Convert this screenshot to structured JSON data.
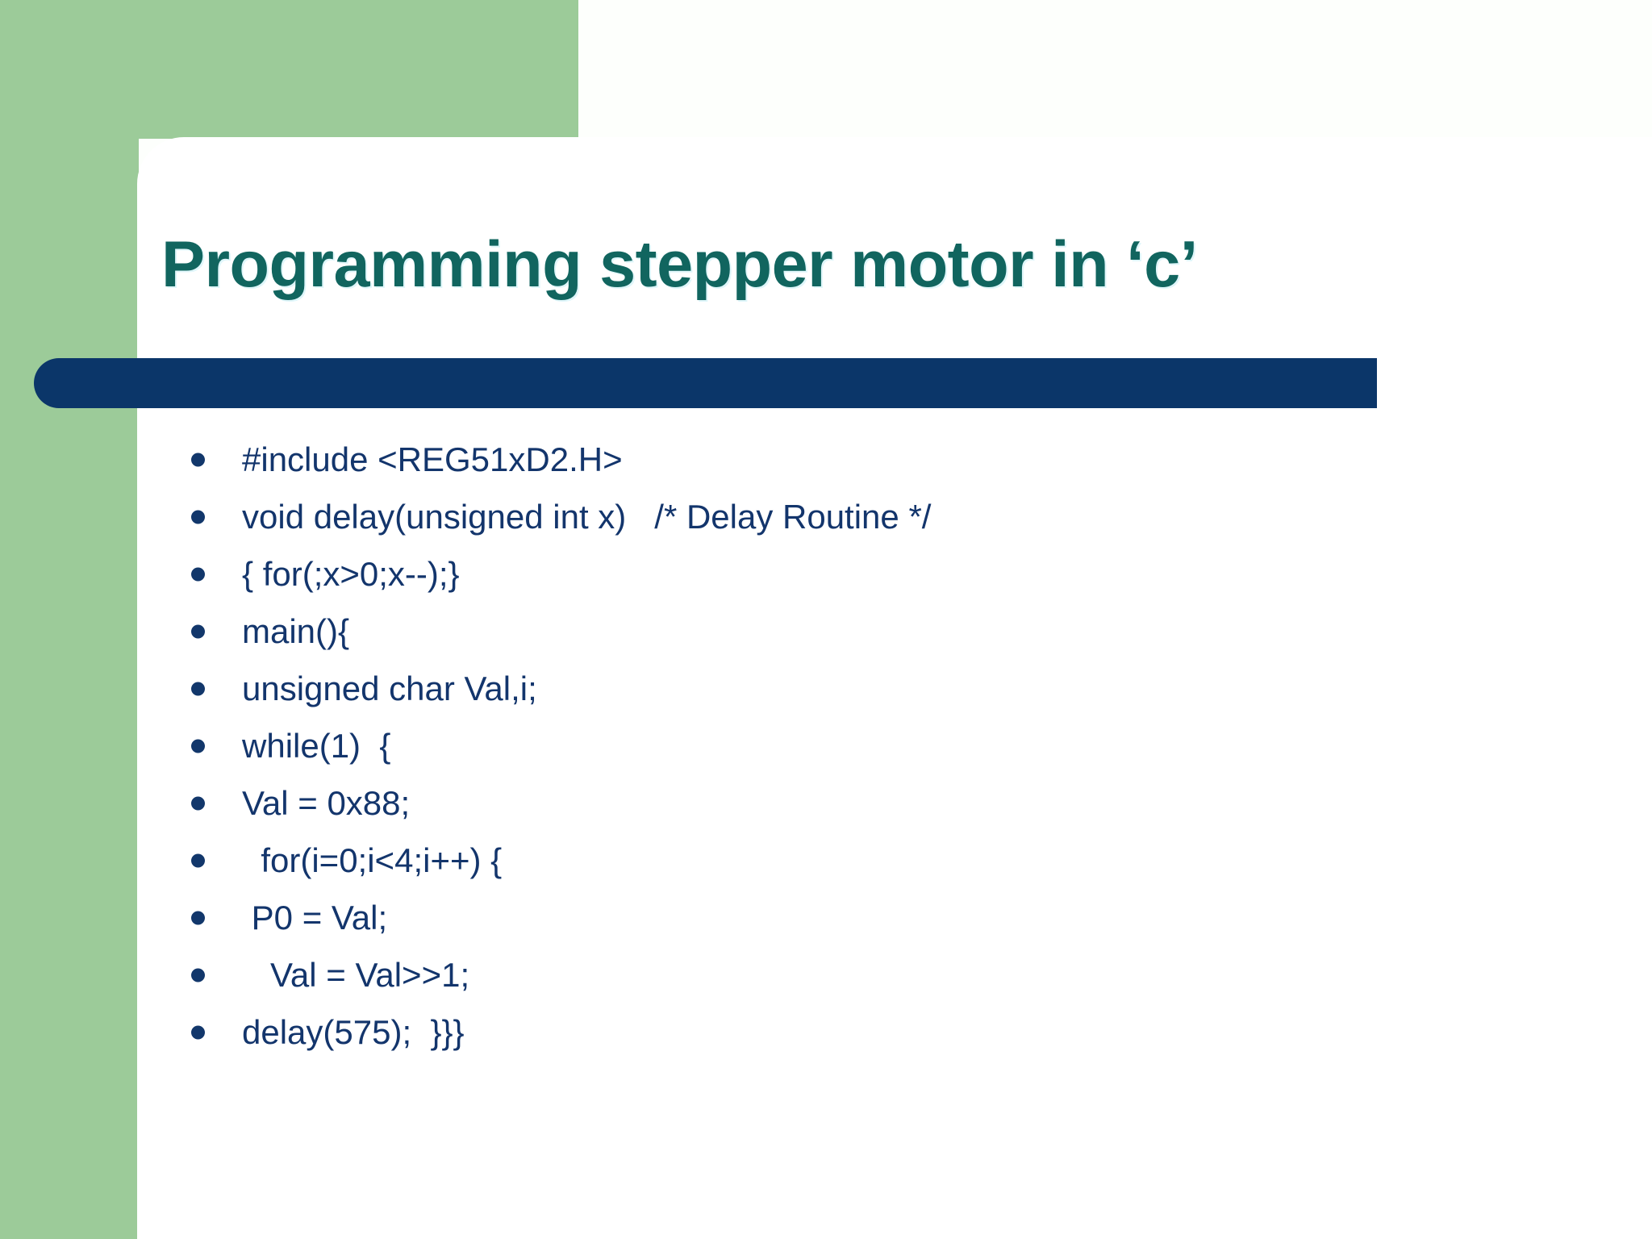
{
  "slide": {
    "title": "Programming stepper motor in ‘c’",
    "colors": {
      "green": "#9CCB99",
      "navy": "#0B3669",
      "title_teal": "#11655F",
      "body_blue": "#13356C",
      "background": "#FDFFFC"
    },
    "bullet_icon": "filled-circle-bullet",
    "body": {
      "items": [
        {
          "text": "#include <REG51xD2.H>"
        },
        {
          "text": "void delay(unsigned int x)   /* Delay Routine */"
        },
        {
          "text": "{ for(;x>0;x--);}"
        },
        {
          "text": "main(){"
        },
        {
          "text": "unsigned char Val,i;"
        },
        {
          "text": "while(1)  {"
        },
        {
          "text": "Val = 0x88;"
        },
        {
          "text": "  for(i=0;i<4;i++) {"
        },
        {
          "text": " P0 = Val;"
        },
        {
          "text": "   Val = Val>>1;"
        },
        {
          "text": "delay(575);  }}}"
        }
      ]
    }
  }
}
